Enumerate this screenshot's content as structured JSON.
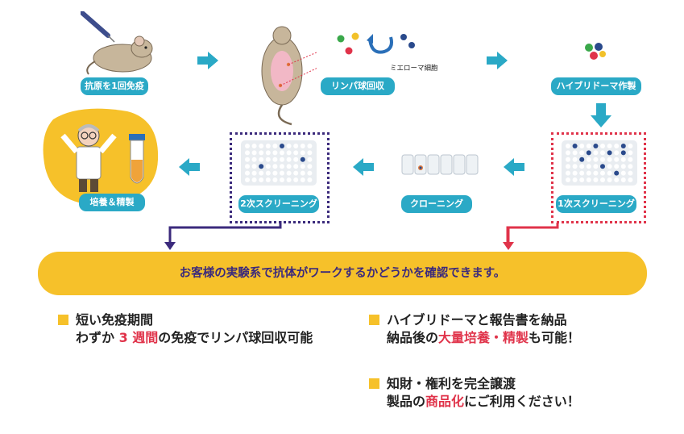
{
  "colors": {
    "accent": "#2aa9c6",
    "banner": "#f6c12a",
    "purple": "#3b2a7c",
    "red": "#e0334a"
  },
  "steps": {
    "immunize": "抗原を1回免疫",
    "lymph": "リンパ球回収",
    "myeloma": "ミエローマ細胞",
    "hybridoma": "ハイブリドーマ作製",
    "screen1": "1次スクリーニング",
    "cloning": "クローニング",
    "screen2": "2次スクリーニング",
    "culture": "培養＆精製"
  },
  "banner": "お客様の実験系で抗体がワークするかどうかを確認できます。",
  "features": [
    {
      "line1": "短い免疫期間",
      "line2_pre": "わずか ",
      "line2_red": "3 週間",
      "line2_post": "の免疫でリンパ球回収可能"
    },
    {
      "line1": "ハイブリドーマと報告書を納品",
      "line2_pre": "納品後の",
      "line2_red": "大量培養・精製",
      "line2_post": "も可能！"
    },
    {
      "line1": "知財・権利を完全譲渡",
      "line2_pre": "製品の",
      "line2_red": "商品化",
      "line2_post": "にご利用ください！"
    }
  ],
  "icons": [
    "syringe-icon",
    "mouse-icon",
    "cells-icon",
    "scientist-icon",
    "tube-icon",
    "well-plate-icon"
  ]
}
